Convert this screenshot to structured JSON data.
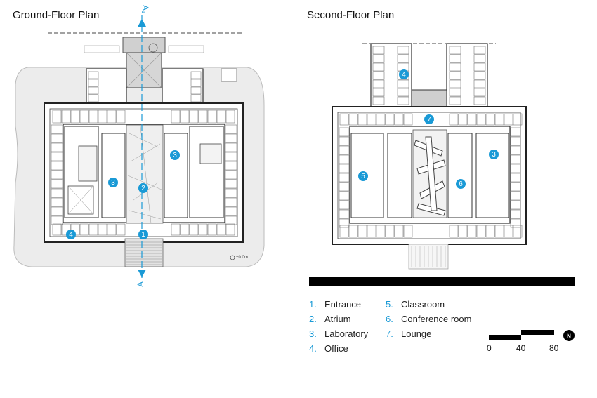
{
  "titles": {
    "ground": "Ground-Floor Plan",
    "second": "Second-Floor Plan"
  },
  "section_marker": {
    "top": "A₁",
    "bottom": "A"
  },
  "elevation": "+0.0m",
  "ground_markers": [
    "1",
    "2",
    "3",
    "3",
    "4"
  ],
  "second_markers": [
    "3",
    "4",
    "5",
    "6",
    "7"
  ],
  "legend": [
    {
      "num": "1.",
      "label": "Entrance"
    },
    {
      "num": "2.",
      "label": "Atrium"
    },
    {
      "num": "3.",
      "label": "Laboratory"
    },
    {
      "num": "4.",
      "label": "Office"
    },
    {
      "num": "5.",
      "label": "Classroom"
    },
    {
      "num": "6.",
      "label": "Conference room"
    },
    {
      "num": "7.",
      "label": "Lounge"
    }
  ],
  "scale": {
    "labels": [
      "0",
      "40",
      "80"
    ]
  },
  "north": "N",
  "colors": {
    "accent": "#1a9ad6",
    "line": "#333333",
    "site": "#e8e8e8"
  }
}
